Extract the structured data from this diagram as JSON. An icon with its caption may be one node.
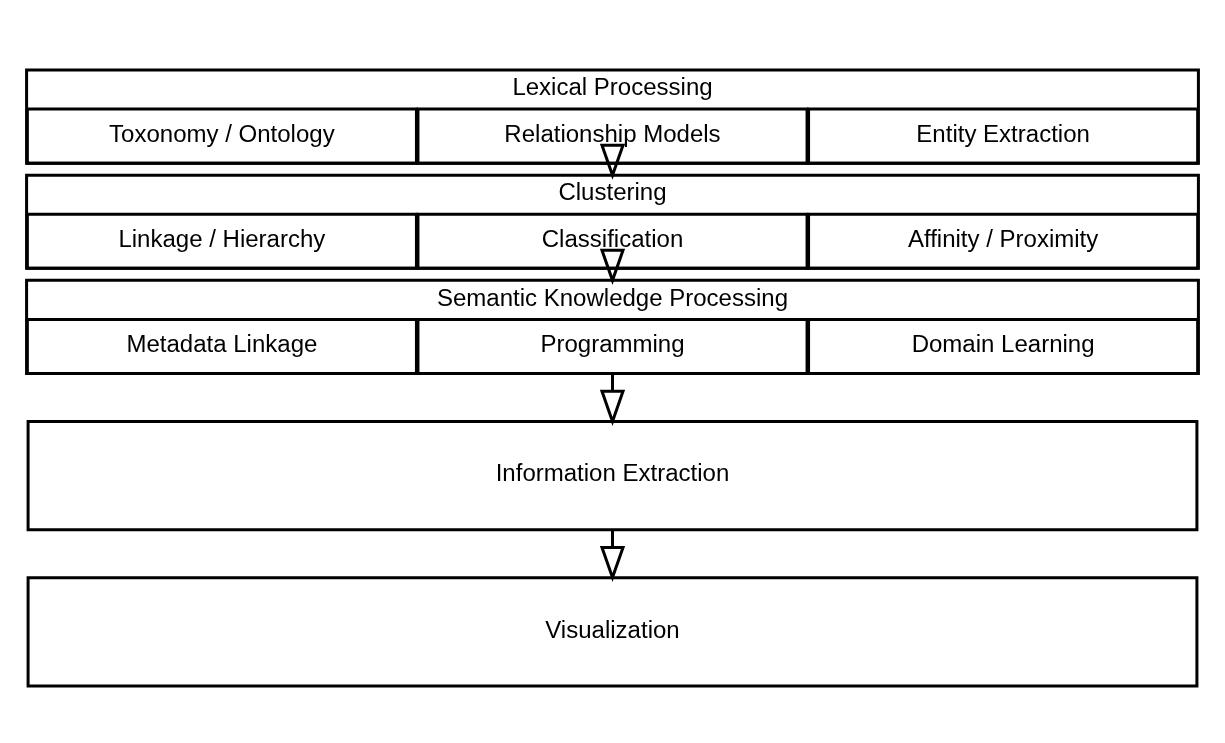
{
  "diagram": {
    "nodes": [
      {
        "text": [
          "Lexical Processing"
        ]
      },
      {
        "text": [
          "Entity Extraction"
        ],
        "in": 0
      },
      {
        "text": [
          "Relationship Models"
        ],
        "in": 0
      },
      {
        "text": [
          "Toxonomy / Ontology"
        ],
        "in": 0
      },
      {
        "text": [
          "Clustering"
        ]
      },
      {
        "text": [
          "Affinity / Proximity"
        ],
        "in": 4
      },
      {
        "text": [
          "Classification"
        ],
        "in": 4
      },
      {
        "text": [
          "Linkage / Hierarchy"
        ],
        "in": 4
      },
      {
        "text": [
          "Semantic Knowledge Processing"
        ]
      },
      {
        "text": [
          "Domain Learning"
        ],
        "in": 8
      },
      {
        "text": [
          "Programming"
        ],
        "in": 8
      },
      {
        "text": [
          "Metadata Linkage"
        ],
        "in": 8
      },
      {
        "text": [
          "Information Extraction"
        ]
      },
      {
        "text": [
          "Visualization"
        ]
      }
    ],
    "edges": [
      {
        "from": 0,
        "to": 4,
        "arrow": "to"
      },
      {
        "from": 4,
        "to": 8,
        "arrow": "to"
      },
      {
        "from": 8,
        "to": 12,
        "arrow": "to"
      },
      {
        "from": 12,
        "to": 13,
        "arrow": "to"
      }
    ]
  }
}
